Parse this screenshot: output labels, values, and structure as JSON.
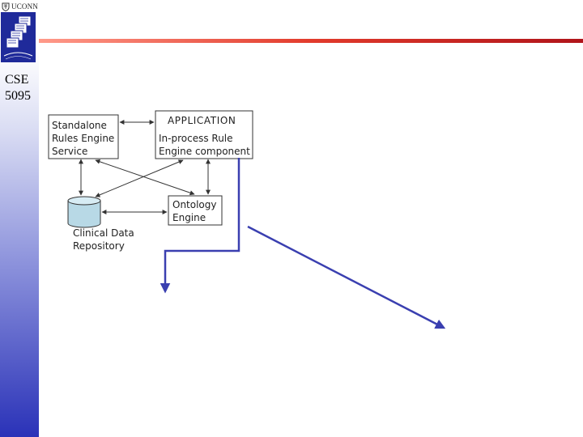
{
  "header": {
    "institution": "UCONN",
    "course_line1": "CSE",
    "course_line2": "5095",
    "logo_icon": "stacked-documents-logo-icon",
    "colors": {
      "sidebar_top": "#ffffff",
      "sidebar_bottom": "#2a32b8",
      "rule_left": "#ff9a8a",
      "rule_right": "#b0141a"
    }
  },
  "diagram": {
    "standalone_label": "Standalone\nRules Engine\nService",
    "application_header": "APPLICATION",
    "inprocess_label": "In-process Rule\nEngine component",
    "ontology_label": "Ontology\nEngine",
    "repository_label": "Clinical Data\nRepository",
    "repository_icon": "database-cylinder-icon",
    "arrow_color": "#3a3fb0"
  }
}
